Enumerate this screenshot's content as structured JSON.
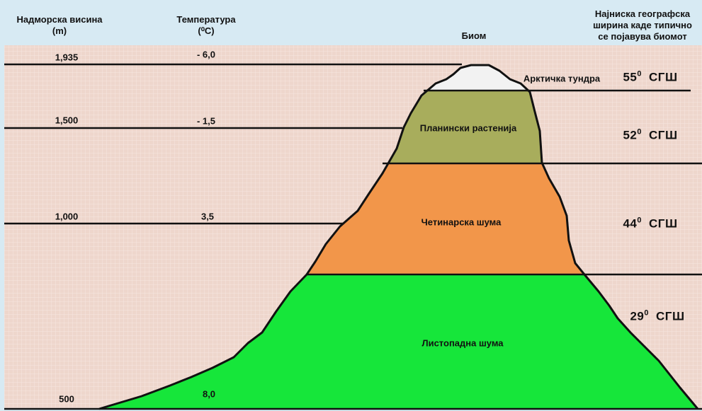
{
  "colors": {
    "background": "#eed6cc",
    "grid": "#f6e7e1",
    "tundra": "#f2f2f2",
    "alpine": "#a8ad5c",
    "coniferous": "#f2964a",
    "deciduous": "#16e63a",
    "line": "#111111"
  },
  "headers": {
    "elevation": [
      "Надморска висина",
      "(m)"
    ],
    "temperature": [
      "Температура",
      "(⁰C)"
    ],
    "biome": "Биом",
    "latitude": [
      "Најниска географска",
      "ширина каде типично",
      "се појавува биомот"
    ]
  },
  "elevations": [
    "1,935",
    "1,500",
    "1,000",
    "500"
  ],
  "temperatures": [
    "- 6,0",
    "- 1,5",
    "3,5",
    "8,0"
  ],
  "biomes": [
    "Арктичка тундра",
    "Планински растенија",
    "Четинарска шума",
    "Листопадна шума"
  ],
  "latitudes": [
    {
      "deg": "55",
      "sup": "0",
      "unit": "СГШ"
    },
    {
      "deg": "52",
      "sup": "0",
      "unit": "СГШ"
    },
    {
      "deg": "44",
      "sup": "0",
      "unit": "СГШ"
    },
    {
      "deg": "29",
      "sup": "0",
      "unit": "СГШ"
    }
  ]
}
